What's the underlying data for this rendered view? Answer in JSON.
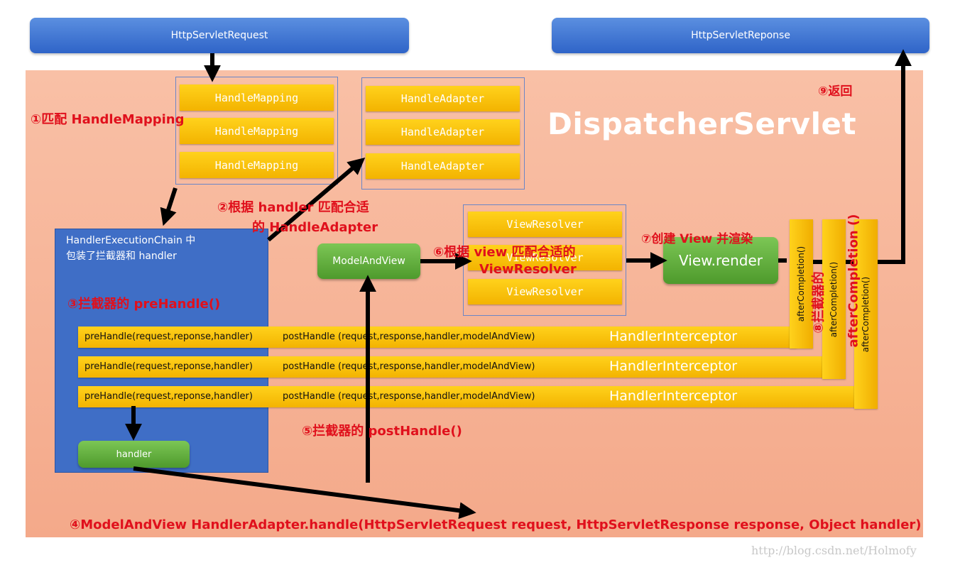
{
  "top": {
    "request": "HttpServletRequest",
    "response": "HttpServletReponse"
  },
  "title": "DispatcherServlet",
  "mappings": [
    "HandleMapping",
    "HandleMapping",
    "HandleMapping"
  ],
  "adapters": [
    "HandleAdapter",
    "HandleAdapter",
    "HandleAdapter"
  ],
  "resolvers": [
    "ViewResolver",
    "ViewResolver",
    "ViewResolver"
  ],
  "chain": {
    "line1": "HandlerExecutionChain 中",
    "line2": "包装了拦截器和 handler"
  },
  "model_and_view": "ModelAndView",
  "view_render": "View.render",
  "handler": "handler",
  "interceptors": [
    {
      "pre": "preHandle(request,reponse,handler)",
      "post": "postHandle (request,response,handler,modelAndView)",
      "name": "HandlerInterceptor"
    },
    {
      "pre": "preHandle(request,reponse,handler)",
      "post": "postHandle (request,response,handler,modelAndView)",
      "name": "HandlerInterceptor"
    },
    {
      "pre": "preHandle(request,reponse,handler)",
      "post": "postHandle (request,response,handler,modelAndView)",
      "name": "HandlerInterceptor"
    }
  ],
  "after_completion": [
    "afterCompletion()",
    "afterCompletion()",
    "afterCompletion()"
  ],
  "steps": {
    "s1": "①匹配 HandleMapping",
    "s2a": "②根据 handler 匹配合适",
    "s2b": "的 HandleAdapter",
    "s3": "③拦截器的 preHandle()",
    "s4": "④ModelAndView HandlerAdapter.handle(HttpServletRequest request, HttpServletResponse response, Object handler)",
    "s5": "⑤拦截器的 postHandle()",
    "s6a": "⑥根据 view 匹配合适的",
    "s6b": "ViewResolver",
    "s7": "⑦创建 View 并渲染",
    "s8a": "⑧拦截器的",
    "s8b": "afterCompletion ()",
    "s9": "⑨返回"
  },
  "watermark": "http://blog.csdn.net/Holmofy",
  "colors": {
    "main_bg": "#f6b196",
    "blue": "#3f6ec6",
    "yellow": "#f6c000",
    "green": "#5fae3a",
    "red": "#e0101c"
  }
}
